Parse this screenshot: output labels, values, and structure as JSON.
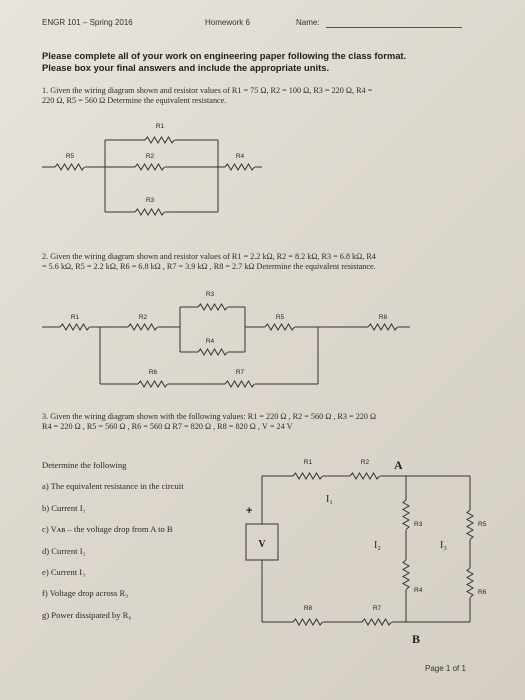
{
  "header": {
    "course": "ENGR 101 – Spring 2016",
    "homework": "Homework 6",
    "name_label": "Name:"
  },
  "instructions": {
    "line1": "Please complete all of your work on engineering paper following the class format.",
    "line2": "Please box your final answers and include the appropriate units."
  },
  "problem1": {
    "line1": "1.  Given the wiring diagram shown and resistor values of R1 = 75 Ω, R2 = 100 Ω, R3 = 220 Ω, R4 =",
    "line2": "220 Ω, R5 = 560 Ω  Determine the equivalent resistance.",
    "labels": {
      "r1": "R1",
      "r2": "R2",
      "r3": "R3",
      "r4": "R4",
      "r5": "R5"
    }
  },
  "problem2": {
    "line1": "2.  Given the wiring diagram shown and resistor values of R1 = 2.2 kΩ, R2 = 8.2 kΩ, R3 = 6.8 kΩ, R4",
    "line2": "= 5.6 kΩ, R5 = 2.2 kΩ, R6 = 6.8 kΩ , R7 = 3.9 kΩ , R8 = 2.7 kΩ   Determine the equivalent resistance.",
    "labels": {
      "r1": "R1",
      "r2": "R2",
      "r3": "R3",
      "r4": "R4",
      "r5": "R5",
      "r6": "R6",
      "r7": "R7",
      "r8": "R8"
    }
  },
  "problem3": {
    "line1": "3.  Given the wiring diagram shown with the following values: R1 = 220 Ω , R2 = 560 Ω , R3 = 220 Ω",
    "line2": "R4 = 220 Ω , R5 = 560 Ω , R6 = 560 Ω  R7 = 820 Ω , R8 = 820 Ω , V = 24 V",
    "determine": "Determine the following",
    "questions": [
      "a) The equivalent resistance in the circuit",
      "b) Current I₁",
      "c) Vᴀʙ – the voltage drop from A to B",
      "d) Current I₂",
      "e) Current I₃",
      "f) Voltage drop across R₃",
      "g) Power dissipated by R₆"
    ],
    "labels": {
      "r1": "R1",
      "r2": "R2",
      "r3": "R3",
      "r4": "R4",
      "r5": "R5",
      "r6": "R6",
      "r7": "R7",
      "r8": "R8",
      "a": "A",
      "b": "B",
      "v": "V",
      "plus": "+",
      "i1": "I₁",
      "i2": "I₂",
      "i3": "I₃"
    }
  },
  "footer": {
    "page": "Page 1 of 1"
  }
}
